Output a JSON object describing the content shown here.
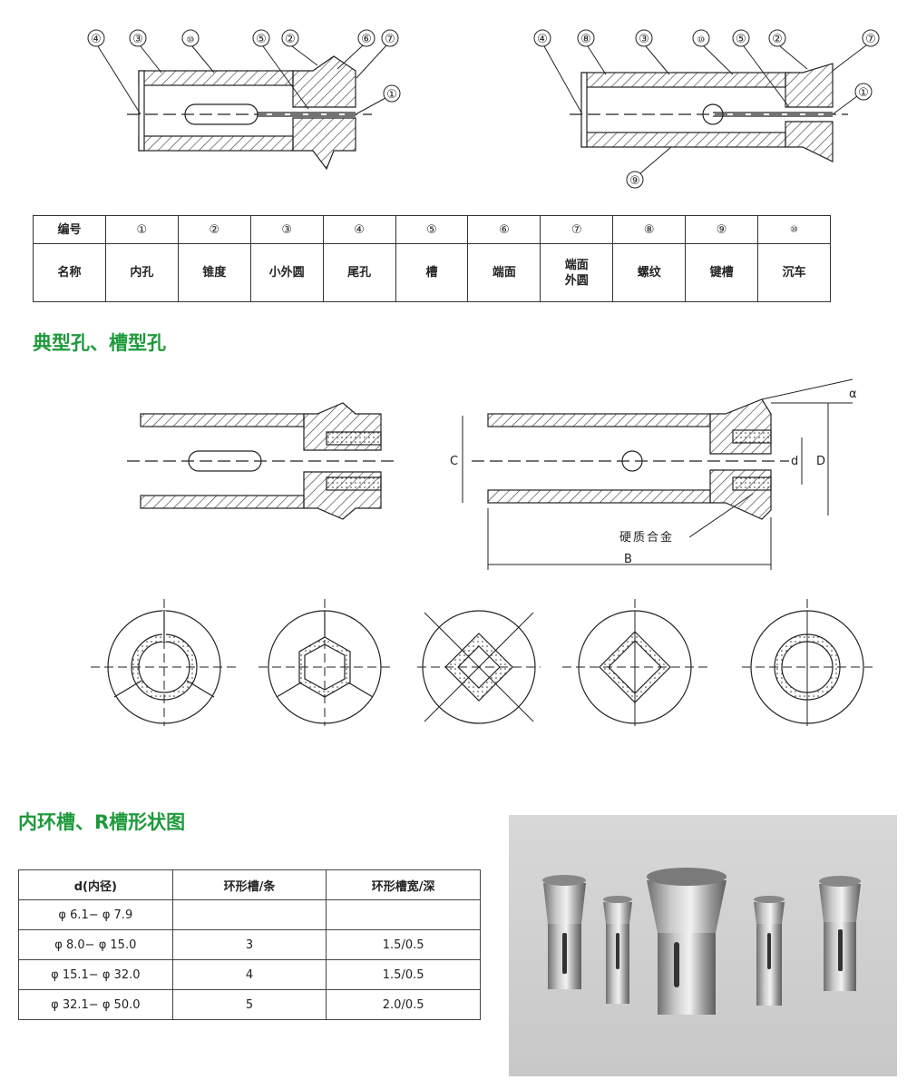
{
  "drawing_top": {
    "left_callouts": [
      "④",
      "③",
      "⑩",
      "⑤",
      "②",
      "⑥",
      "⑦",
      "①"
    ],
    "right_callouts": [
      "④",
      "⑧",
      "③",
      "⑩",
      "⑤",
      "②",
      "⑦",
      "①",
      "⑨"
    ]
  },
  "parts_table": {
    "row1_header": "编号",
    "row2_header": "名称",
    "numbers": [
      "①",
      "②",
      "③",
      "④",
      "⑤",
      "⑥",
      "⑦",
      "⑧",
      "⑨",
      "⑩"
    ],
    "names": [
      "内孔",
      "锥度",
      "小外圆",
      "尾孔",
      "槽",
      "端面",
      "端面\n外圆",
      "螺纹",
      "键槽",
      "沉车"
    ]
  },
  "section1_title": "典型孔、槽型孔",
  "drawing_mid": {
    "dim_c": "C",
    "dim_d": "d",
    "dim_D": "D",
    "dim_B": "B",
    "dim_alpha": "α",
    "hard_alloy": "硬质合金"
  },
  "section2_title": "内环槽、R槽形状图",
  "groove_table": {
    "headers": [
      "d(内径)",
      "环形槽/条",
      "环形槽宽/深"
    ],
    "rows": [
      [
        "φ 6.1− φ 7.9",
        "",
        ""
      ],
      [
        "φ 8.0− φ 15.0",
        "3",
        "1.5/0.5"
      ],
      [
        "φ 15.1− φ 32.0",
        "4",
        "1.5/0.5"
      ],
      [
        "φ 32.1− φ 50.0",
        "5",
        "2.0/0.5"
      ]
    ]
  },
  "photo": {
    "subject": "collet-photo"
  }
}
